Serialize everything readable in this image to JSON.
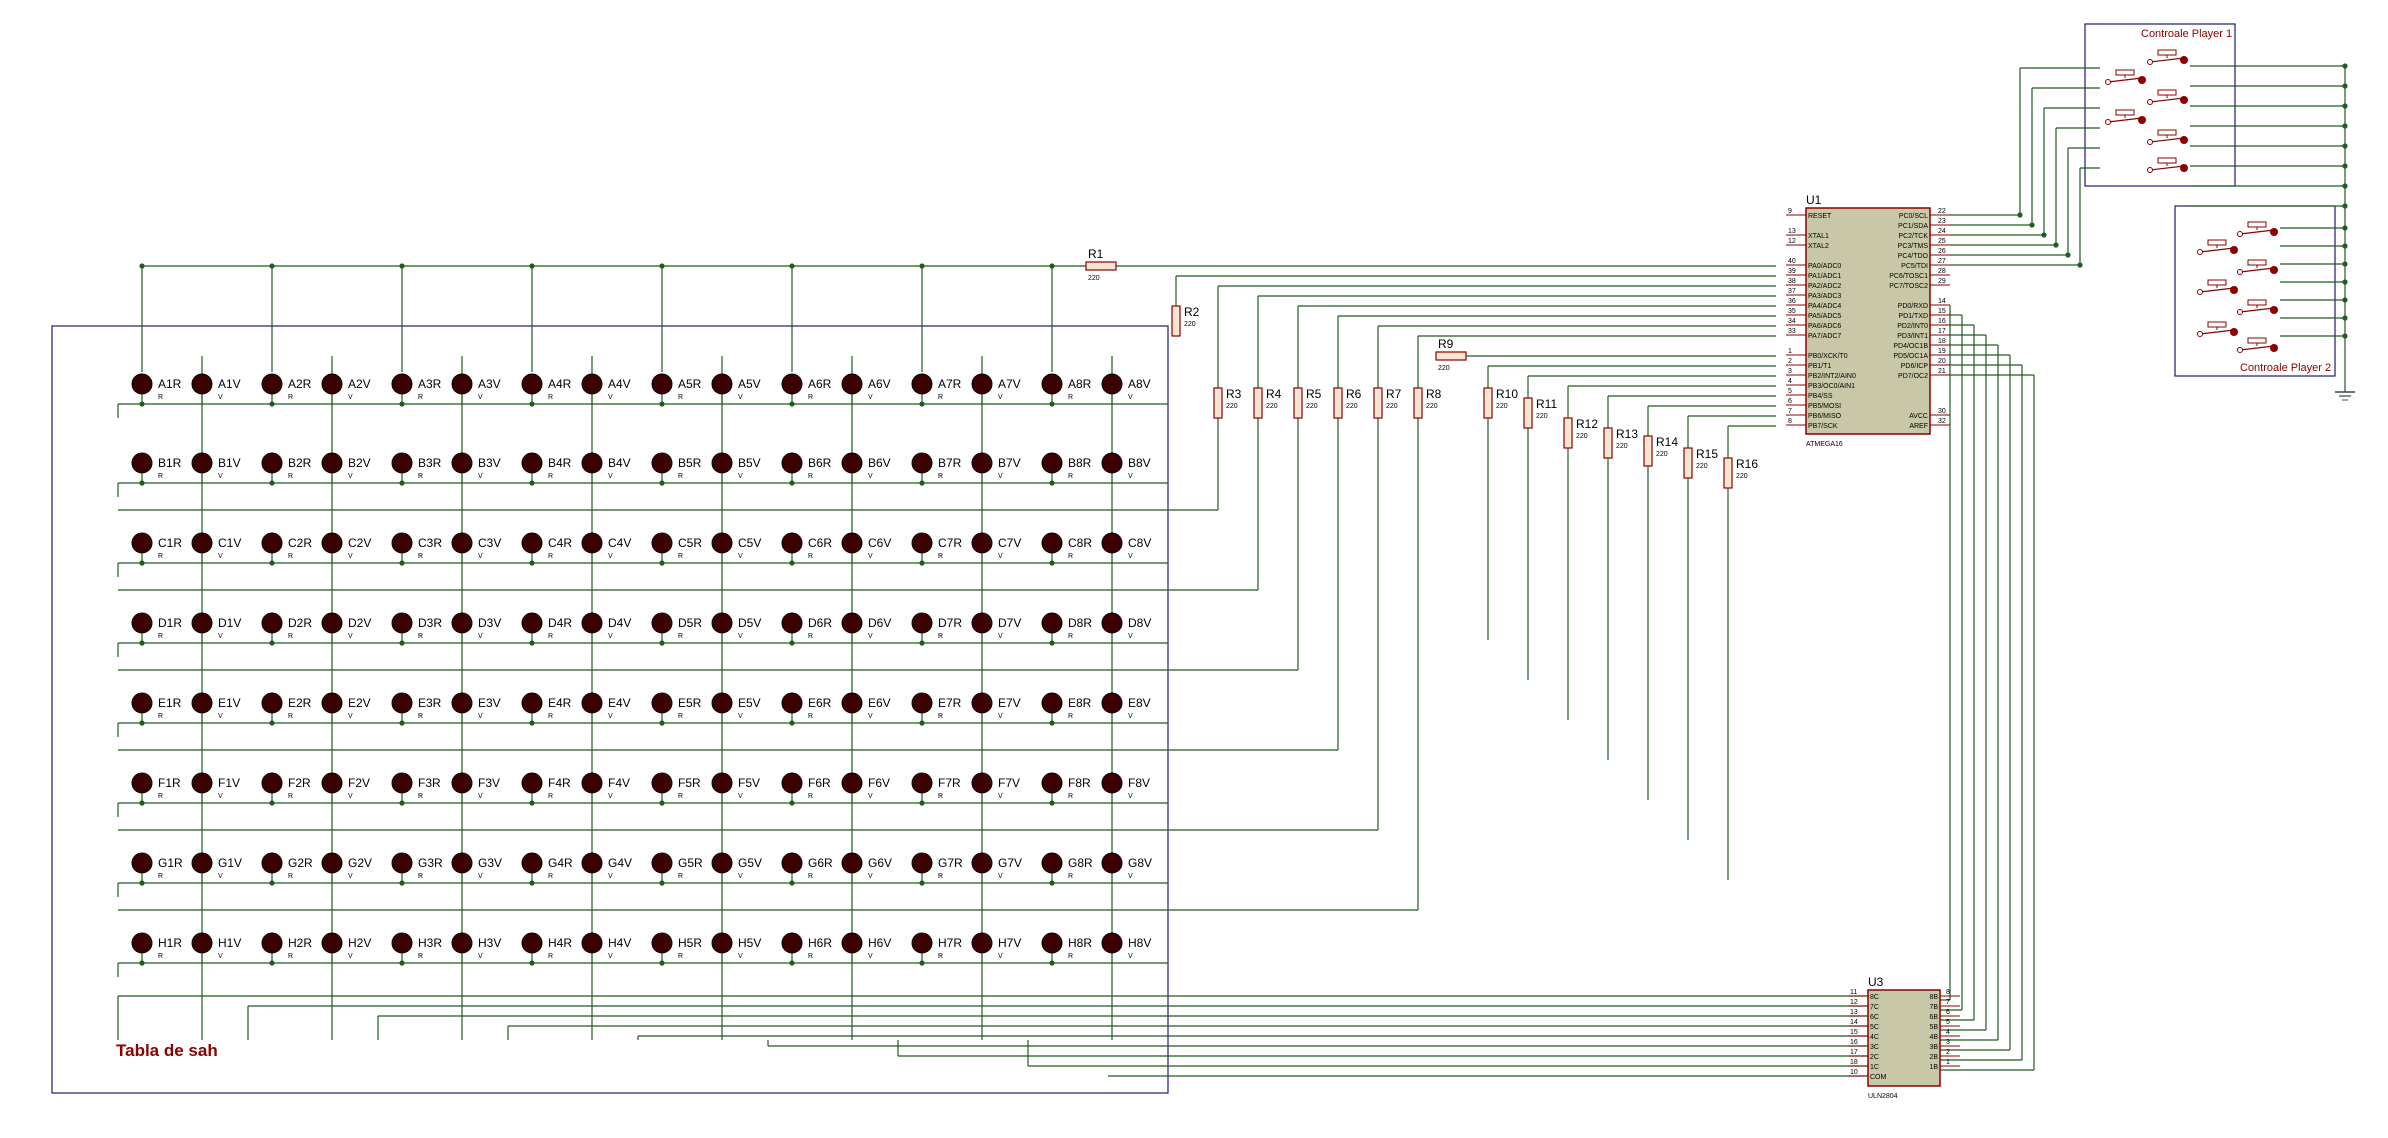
{
  "board": {
    "title": "Tabla de sah",
    "rows": [
      "A",
      "B",
      "C",
      "D",
      "E",
      "F",
      "G",
      "H"
    ],
    "cols": [
      "1",
      "2",
      "3",
      "4",
      "5",
      "6",
      "7",
      "8"
    ],
    "red_suffix": "R",
    "green_suffix": "V",
    "red_tag": "R",
    "green_tag": "V"
  },
  "controls": {
    "player1_title": "Controale Player 1",
    "player2_title": "Controale Player 2"
  },
  "resistors": {
    "value": "220",
    "r1": "R1",
    "r2": "R2",
    "bank": [
      "R3",
      "R4",
      "R5",
      "R6",
      "R7",
      "R8"
    ],
    "r9": "R9",
    "stair": [
      "R10",
      "R11",
      "R12",
      "R13",
      "R14",
      "R15",
      "R16"
    ]
  },
  "u1": {
    "ref": "U1",
    "part": "ATMEGA16",
    "left_pins": [
      {
        "num": "9",
        "name": "RESET"
      },
      {
        "num": "13",
        "name": "XTAL1"
      },
      {
        "num": "12",
        "name": "XTAL2"
      },
      {
        "num": "40",
        "name": "PA0/ADC0"
      },
      {
        "num": "39",
        "name": "PA1/ADC1"
      },
      {
        "num": "38",
        "name": "PA2/ADC2"
      },
      {
        "num": "37",
        "name": "PA3/ADC3"
      },
      {
        "num": "36",
        "name": "PA4/ADC4"
      },
      {
        "num": "35",
        "name": "PA5/ADC5"
      },
      {
        "num": "34",
        "name": "PA6/ADC6"
      },
      {
        "num": "33",
        "name": "PA7/ADC7"
      },
      {
        "num": "1",
        "name": "PB0/XCK/T0"
      },
      {
        "num": "2",
        "name": "PB1/T1"
      },
      {
        "num": "3",
        "name": "PB2/INT2/AIN0"
      },
      {
        "num": "4",
        "name": "PB3/OC0/AIN1"
      },
      {
        "num": "5",
        "name": "PB4/SS"
      },
      {
        "num": "6",
        "name": "PB5/MOSI"
      },
      {
        "num": "7",
        "name": "PB6/MISO"
      },
      {
        "num": "8",
        "name": "PB7/SCK"
      }
    ],
    "right_pins": [
      {
        "num": "22",
        "name": "PC0/SCL"
      },
      {
        "num": "23",
        "name": "PC1/SDA"
      },
      {
        "num": "24",
        "name": "PC2/TCK"
      },
      {
        "num": "25",
        "name": "PC3/TMS"
      },
      {
        "num": "26",
        "name": "PC4/TDO"
      },
      {
        "num": "27",
        "name": "PC5/TDI"
      },
      {
        "num": "28",
        "name": "PC6/TOSC1"
      },
      {
        "num": "29",
        "name": "PC7/TOSC2"
      },
      {
        "num": "14",
        "name": "PD0/RXD"
      },
      {
        "num": "15",
        "name": "PD1/TXD"
      },
      {
        "num": "16",
        "name": "PD2/INT0"
      },
      {
        "num": "17",
        "name": "PD3/INT1"
      },
      {
        "num": "18",
        "name": "PD4/OC1B"
      },
      {
        "num": "19",
        "name": "PD5/OC1A"
      },
      {
        "num": "20",
        "name": "PD6/ICP"
      },
      {
        "num": "21",
        "name": "PD7/OC2"
      },
      {
        "num": "30",
        "name": "AVCC"
      },
      {
        "num": "32",
        "name": "AREF"
      }
    ]
  },
  "u3": {
    "ref": "U3",
    "part": "ULN2804",
    "left_pins": [
      {
        "num": "11",
        "name": "8C"
      },
      {
        "num": "12",
        "name": "7C"
      },
      {
        "num": "13",
        "name": "6C"
      },
      {
        "num": "14",
        "name": "5C"
      },
      {
        "num": "15",
        "name": "4C"
      },
      {
        "num": "16",
        "name": "3C"
      },
      {
        "num": "17",
        "name": "2C"
      },
      {
        "num": "18",
        "name": "1C"
      },
      {
        "num": "10",
        "name": "COM"
      }
    ],
    "right_pins": [
      {
        "num": "8",
        "name": "8B"
      },
      {
        "num": "7",
        "name": "7B"
      },
      {
        "num": "6",
        "name": "6B"
      },
      {
        "num": "5",
        "name": "5B"
      },
      {
        "num": "4",
        "name": "4B"
      },
      {
        "num": "3",
        "name": "3B"
      },
      {
        "num": "2",
        "name": "2B"
      },
      {
        "num": "1",
        "name": "1B"
      }
    ]
  },
  "colors": {
    "wire": "#1f5c1f",
    "body": "#8b0000",
    "led": "#3b0000",
    "chip_fill": "#c8c8a8",
    "frame": "#1a1a6e",
    "label": "#8b0000",
    "ground": "#444444"
  }
}
